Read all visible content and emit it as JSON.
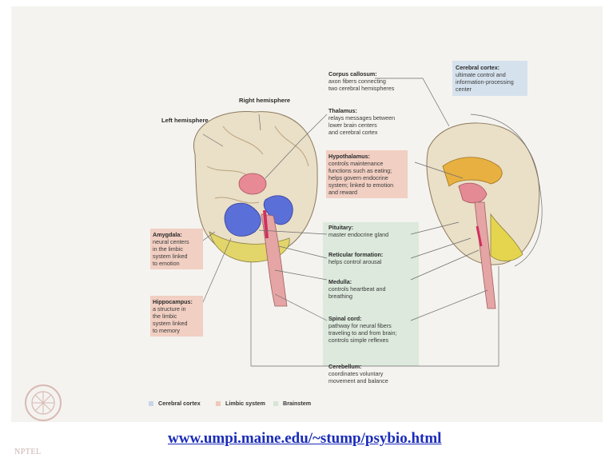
{
  "hemispheres": {
    "left": "Left hemisphere",
    "right": "Right hemisphere"
  },
  "labels": {
    "corpus_callosum": {
      "title": "Corpus callosum:",
      "lines": [
        "axon fibers connecting",
        "two cerebral hemispheres"
      ]
    },
    "thalamus": {
      "title": "Thalamus:",
      "lines": [
        "relays messages between",
        "lower brain centers",
        "and cerebral cortex"
      ]
    },
    "hypothalamus": {
      "title": "Hypothalamus:",
      "lines": [
        "controls maintenance",
        "functions such as eating;",
        "helps govern endocrine",
        "system; linked to emotion",
        "and reward"
      ]
    },
    "pituitary": {
      "title": "Pituitary:",
      "lines": [
        "master endocrine gland"
      ]
    },
    "reticular": {
      "title": "Reticular formation:",
      "lines": [
        "helps control arousal"
      ]
    },
    "medulla": {
      "title": "Medulla:",
      "lines": [
        "controls heartbeat and",
        "breathing"
      ]
    },
    "spinal_cord": {
      "title": "Spinal cord:",
      "lines": [
        "pathway for neural fibers",
        "traveling to and from brain;",
        "controls simple reflexes"
      ]
    },
    "cerebellum": {
      "title": "Cerebellum:",
      "lines": [
        "coordinates voluntary",
        "movement and balance"
      ]
    },
    "cerebral_cortex": {
      "title": "Cerebral cortex:",
      "lines": [
        "ultimate control and",
        "information-processing",
        "center"
      ]
    },
    "amygdala": {
      "title": "Amygdala:",
      "lines": [
        "neural centers",
        "in the limbic",
        "system linked",
        "to emotion"
      ]
    },
    "hippocampus": {
      "title": "Hippocampus:",
      "lines": [
        "a structure in",
        "the limbic",
        "system linked",
        "to memory"
      ]
    }
  },
  "legend": [
    {
      "label": "Cerebral cortex",
      "color": "#c9d6e8"
    },
    {
      "label": "Limbic system",
      "color": "#f0c8bb"
    },
    {
      "label": "Brainstem",
      "color": "#d6e6d6"
    }
  ],
  "footer": {
    "url": "www.umpi.maine.edu/~stump/psybio.html",
    "logo_text": "NPTEL"
  },
  "colors": {
    "pink_box": "#f1cfc2",
    "blue_box": "#d5e2ee",
    "green_box": "#dce9dc",
    "link": "#1a2cb8"
  }
}
